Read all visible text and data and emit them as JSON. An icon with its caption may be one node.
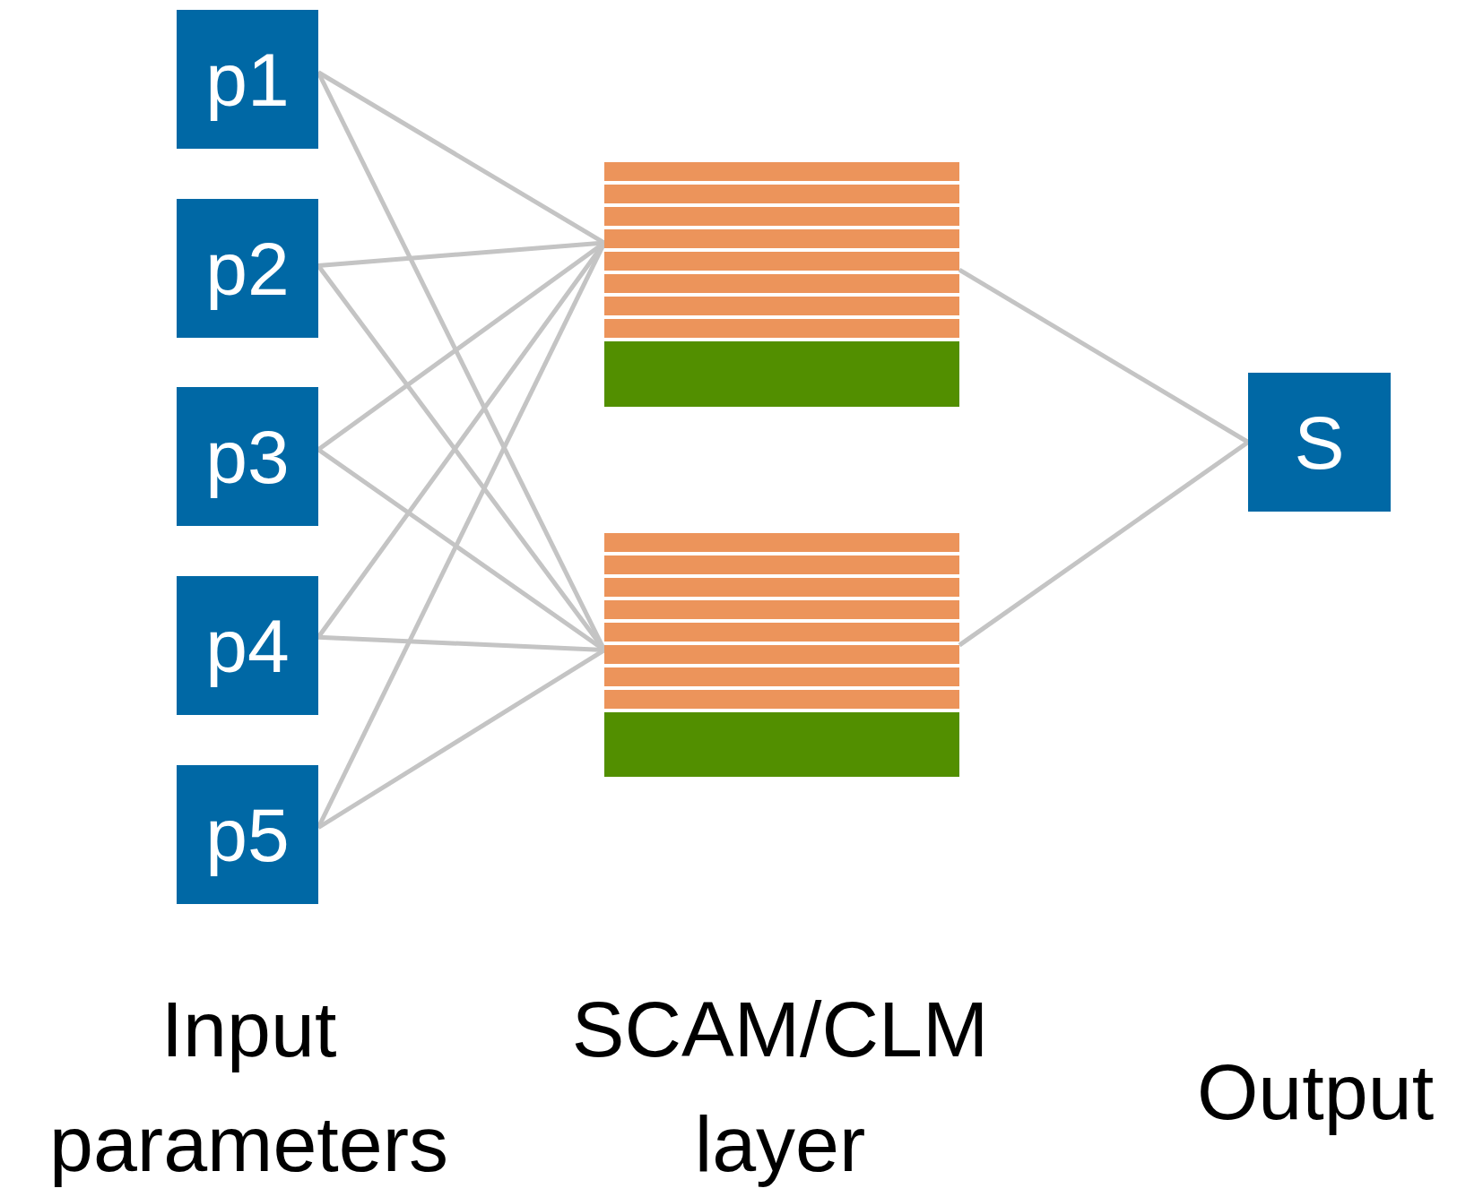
{
  "diagram": {
    "nodes": [
      {
        "text": [
          "p1"
        ]
      },
      {
        "text": [
          "p2"
        ]
      },
      {
        "text": [
          "p3"
        ]
      },
      {
        "text": [
          "p4"
        ]
      },
      {
        "text": [
          "p5"
        ]
      },
      {
        "text": [],
        "shape": "box"
      },
      {
        "text": [],
        "shape": "box"
      },
      {
        "text": [
          "S"
        ]
      }
    ],
    "edges": [
      {
        "from": 0,
        "to": 5,
        "arrow": "none"
      },
      {
        "from": 0,
        "to": 6,
        "arrow": "none"
      },
      {
        "from": 1,
        "to": 5,
        "arrow": "none"
      },
      {
        "from": 1,
        "to": 6,
        "arrow": "none"
      },
      {
        "from": 2,
        "to": 5,
        "arrow": "none"
      },
      {
        "from": 2,
        "to": 6,
        "arrow": "none"
      },
      {
        "from": 3,
        "to": 5,
        "arrow": "none"
      },
      {
        "from": 3,
        "to": 6,
        "arrow": "none"
      },
      {
        "from": 4,
        "to": 5,
        "arrow": "none"
      },
      {
        "from": 4,
        "to": 6,
        "arrow": "none"
      },
      {
        "from": 5,
        "to": 7,
        "arrow": "none"
      },
      {
        "from": 6,
        "to": 7,
        "arrow": "none"
      }
    ],
    "labels": [
      "Input parameters",
      "SCAM/CLM layer",
      "Output"
    ]
  }
}
